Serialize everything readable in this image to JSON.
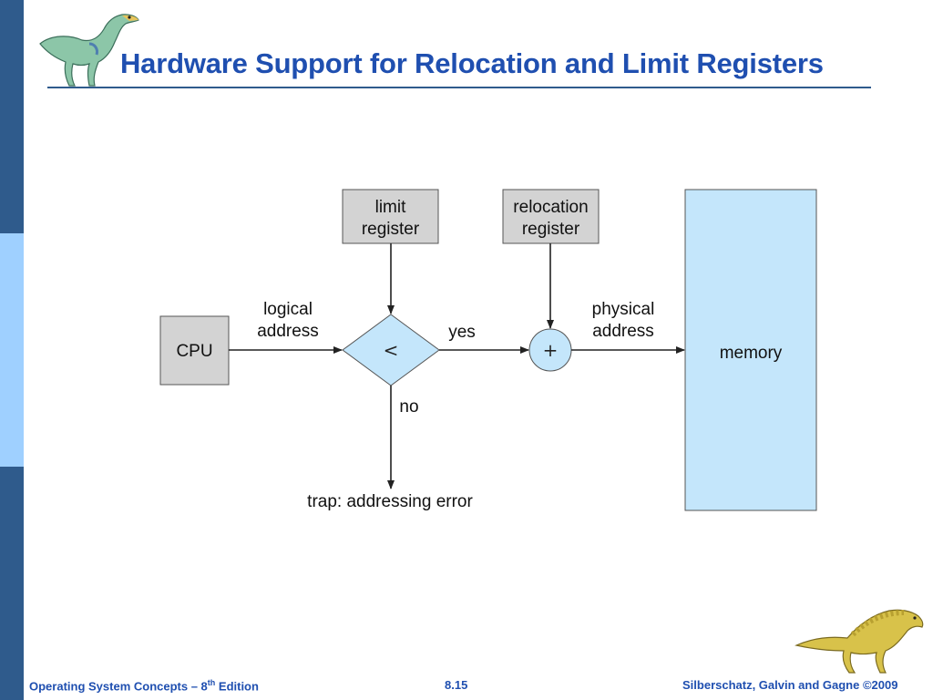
{
  "slide": {
    "title": "Hardware Support for Relocation and Limit Registers"
  },
  "diagram": {
    "cpu": "CPU",
    "limit_register": [
      "limit",
      "register"
    ],
    "relocation_register": [
      "relocation",
      "register"
    ],
    "memory": "memory",
    "logical_address": [
      "logical",
      "address"
    ],
    "physical_address": [
      "physical",
      "address"
    ],
    "compare_symbol": "<",
    "add_symbol": "+",
    "yes": "yes",
    "no": "no",
    "trap": "trap: addressing error"
  },
  "footer": {
    "left_prefix": "Operating System Concepts – 8",
    "left_sup": "th",
    "left_suffix": " Edition",
    "center": "8.15",
    "right": "Silberschatz, Galvin and Gagne ©2009"
  },
  "colors": {
    "accent": "#1f4fb0",
    "sidebar_dark": "#2f5b8c",
    "sidebar_light": "#9fd0ff",
    "box_gray": "#d3d3d3",
    "shape_blue": "#c4e6fb"
  }
}
